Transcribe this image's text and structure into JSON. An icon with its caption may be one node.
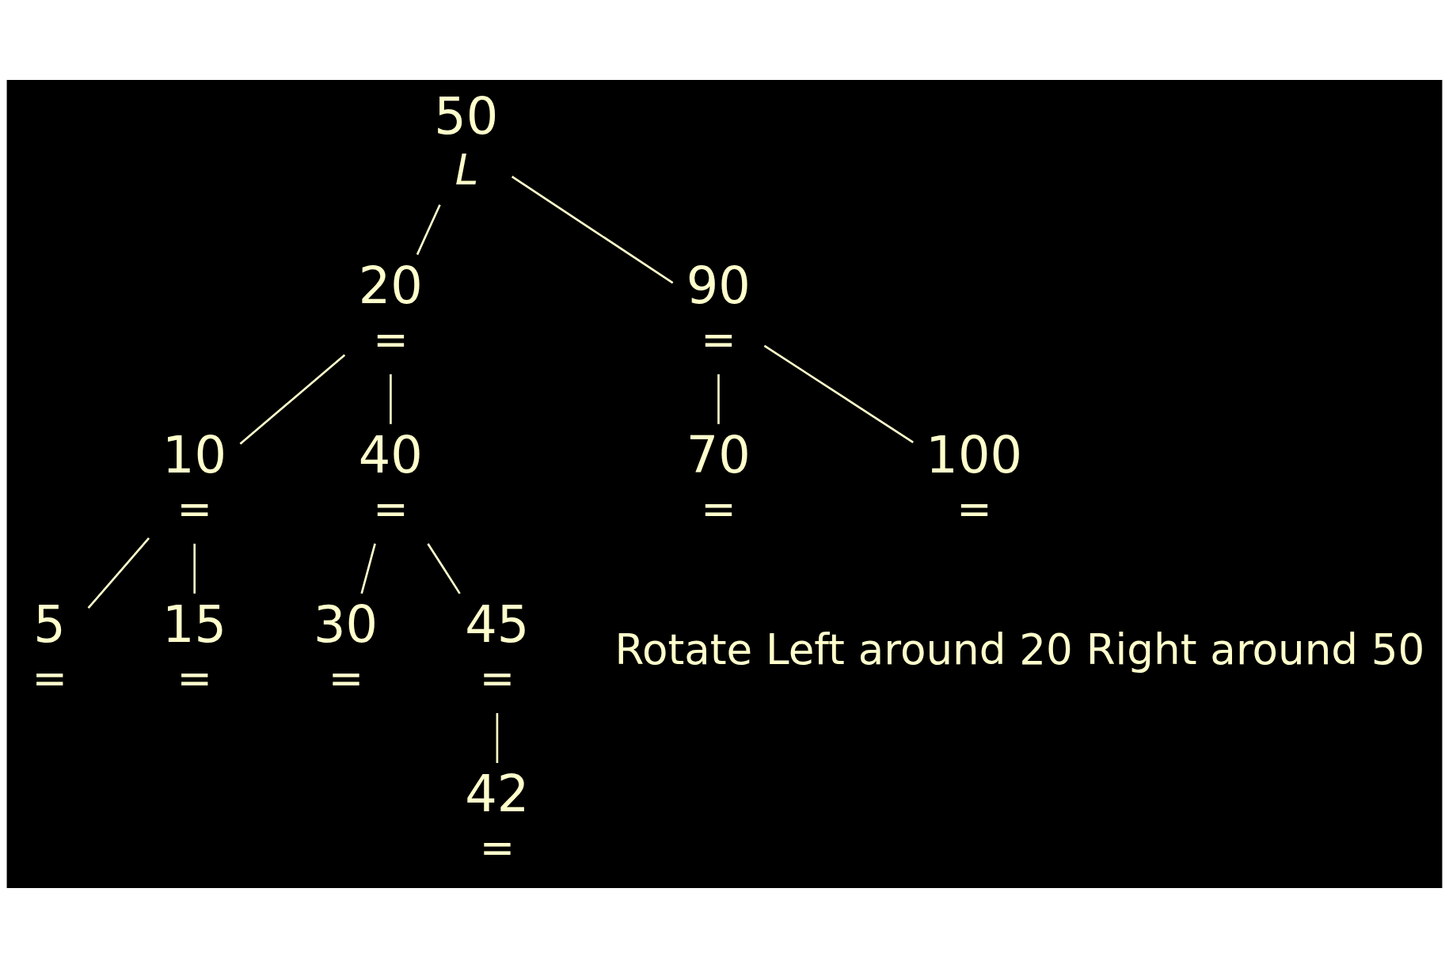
{
  "diagram": {
    "nodes": [
      {
        "text": [
          "50"
        ],
        "beside": [
          "L"
        ]
      },
      {
        "text": [
          "20"
        ],
        "beside": [
          "="
        ]
      },
      {
        "text": [
          "90"
        ],
        "beside": [
          "="
        ]
      },
      {
        "text": [
          "10"
        ],
        "beside": [
          "="
        ]
      },
      {
        "text": [
          "40"
        ],
        "beside": [
          "="
        ]
      },
      {
        "text": [
          "70"
        ],
        "beside": [
          "="
        ]
      },
      {
        "text": [
          "100"
        ],
        "beside": [
          "="
        ]
      },
      {
        "text": [
          "5"
        ],
        "beside": [
          "="
        ]
      },
      {
        "text": [
          "15"
        ],
        "beside": [
          "="
        ]
      },
      {
        "text": [
          "30"
        ],
        "beside": [
          "="
        ]
      },
      {
        "text": [
          "45"
        ],
        "beside": [
          "="
        ]
      },
      {
        "text": [
          "42"
        ],
        "beside": [
          "="
        ]
      }
    ],
    "edges": [
      {
        "from": 0,
        "to": 1,
        "arrow": "none"
      },
      {
        "from": 0,
        "to": 2,
        "arrow": "none"
      },
      {
        "from": 1,
        "to": 3,
        "arrow": "none"
      },
      {
        "from": 1,
        "to": 4,
        "arrow": "none"
      },
      {
        "from": 2,
        "to": 5,
        "arrow": "none"
      },
      {
        "from": 2,
        "to": 6,
        "arrow": "none"
      },
      {
        "from": 3,
        "to": 7,
        "arrow": "none"
      },
      {
        "from": 3,
        "to": 8,
        "arrow": "none"
      },
      {
        "from": 4,
        "to": 9,
        "arrow": "none"
      },
      {
        "from": 4,
        "to": 10,
        "arrow": "none"
      },
      {
        "from": 10,
        "to": 11,
        "arrow": "none"
      }
    ],
    "labels": [
      "Rotate Left around 20 Right around 50"
    ]
  }
}
